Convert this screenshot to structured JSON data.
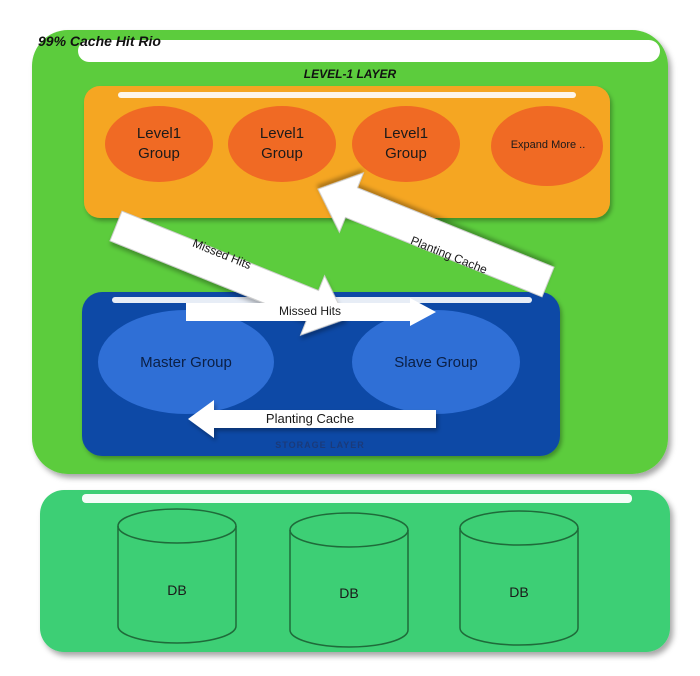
{
  "title": "99% Cache Hit Rio",
  "level1_layer": {
    "label": "LEVEL-1 LAYER",
    "groups": [
      {
        "line1": "Level1",
        "line2": "Group"
      },
      {
        "line1": "Level1",
        "line2": "Group"
      },
      {
        "line1": "Level1",
        "line2": "Group"
      }
    ],
    "expand_label": "Expand More .."
  },
  "storage_layer": {
    "label": "STORAGE LAYER",
    "master_label": "Master Group",
    "slave_label": "Slave Group"
  },
  "arrows": {
    "missed_hits_down": "Missed Hits",
    "planting_cache_up": "Planting Cache",
    "missed_hits_right": "Missed Hits",
    "planting_cache_left": "Planting Cache"
  },
  "db_layer": {
    "db_labels": [
      "DB",
      "DB",
      "DB"
    ]
  },
  "colors": {
    "outer_green": "#5ccc3c",
    "orange_panel": "#f5a623",
    "orange_circle": "#f06a24",
    "blue_panel": "#0a4aa6",
    "blue_circle": "#2f6fd6",
    "db_panel": "#3dcf74"
  }
}
